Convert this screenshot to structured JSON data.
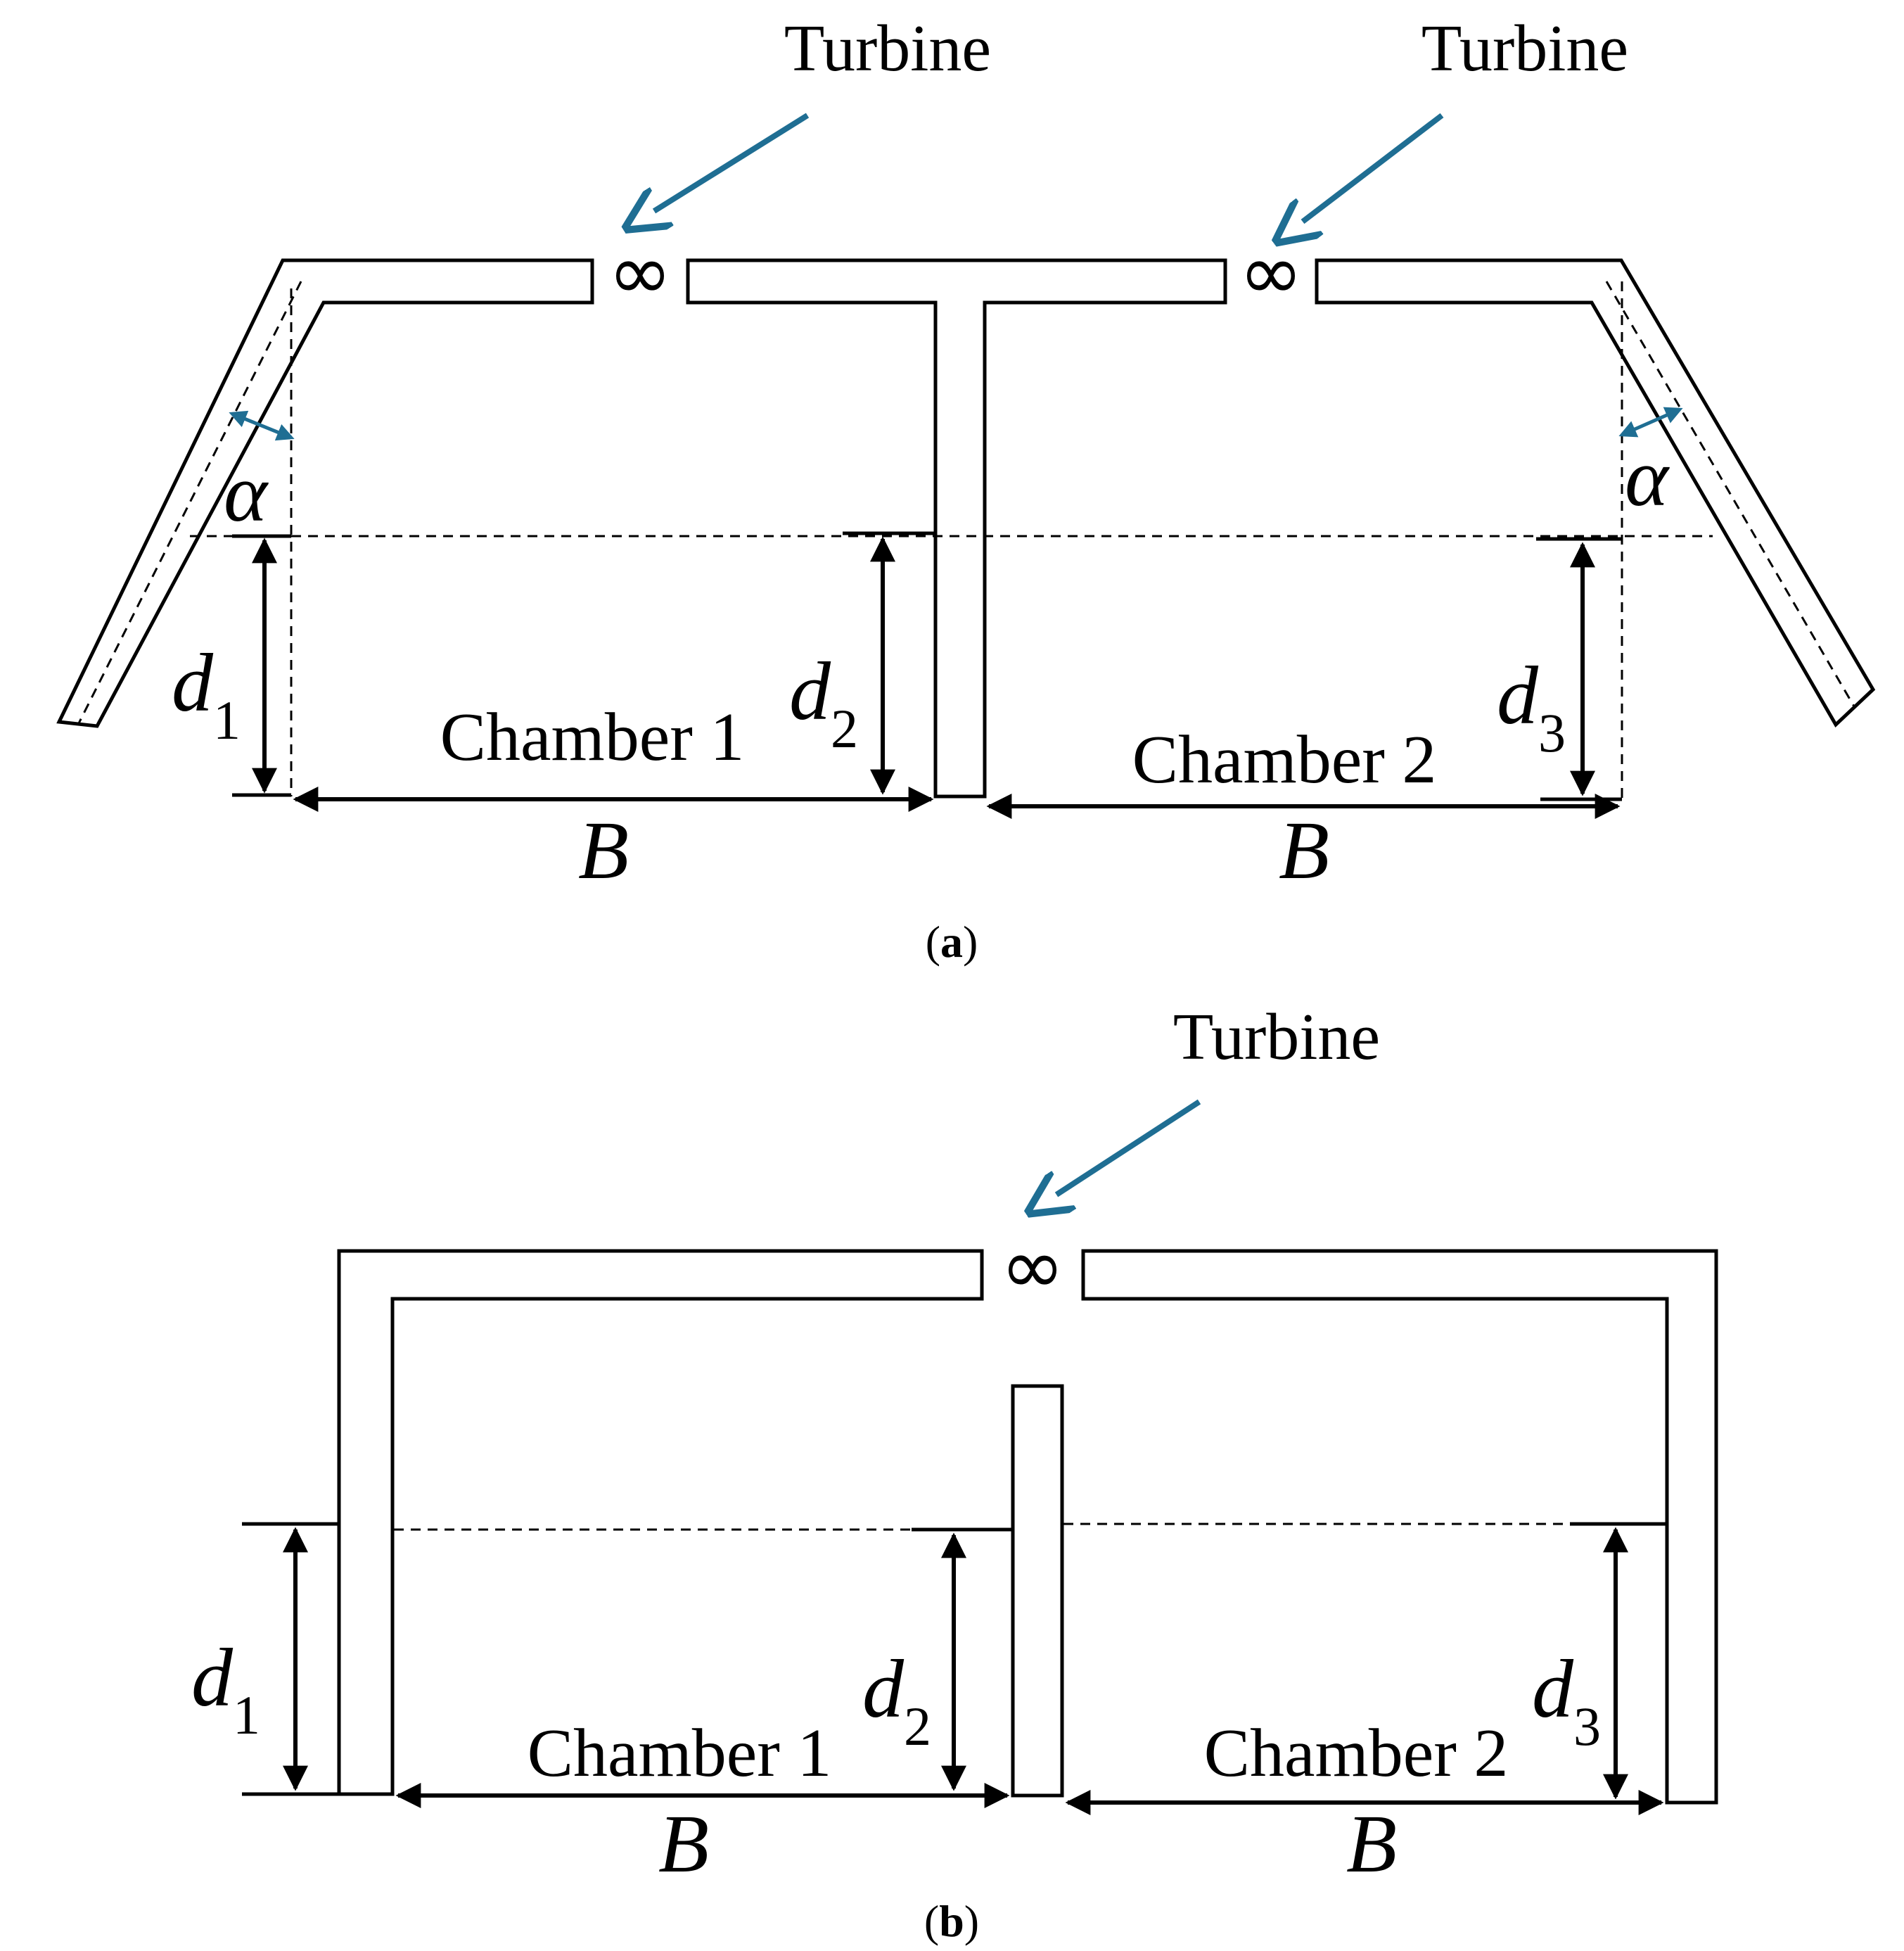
{
  "panel_a": {
    "turbine_left": "Turbine",
    "turbine_right": "Turbine",
    "turbine_symbol": "∞",
    "alpha": "α",
    "d1": "d",
    "d1_sub": "1",
    "d2": "d",
    "d2_sub": "2",
    "d3": "d",
    "d3_sub": "3",
    "chamber1": "Chamber 1",
    "chamber2": "Chamber 2",
    "b": "B",
    "caption_open": "(",
    "caption_letter": "a",
    "caption_close": ")"
  },
  "panel_b": {
    "turbine": "Turbine",
    "turbine_symbol": "∞",
    "d1": "d",
    "d1_sub": "1",
    "d2": "d",
    "d2_sub": "2",
    "d3": "d",
    "d3_sub": "3",
    "chamber1": "Chamber 1",
    "chamber2": "Chamber 2",
    "b": "B",
    "caption_open": "(",
    "caption_letter": "b",
    "caption_close": ")"
  },
  "colors": {
    "arrow_accent": "#1f6e93",
    "line": "#000000"
  }
}
